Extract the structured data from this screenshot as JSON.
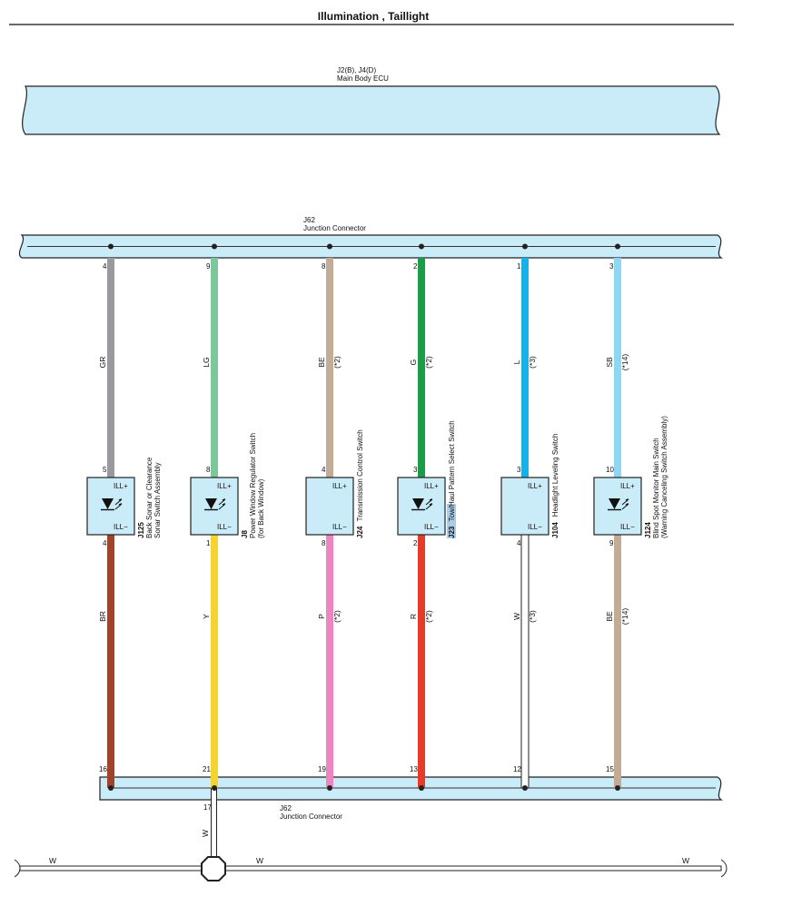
{
  "title": "Illumination , Taillight",
  "ecu": {
    "code": "J2(B), J4(D)",
    "name": "Main Body ECU"
  },
  "top_connector": {
    "code": "J62",
    "name": "Junction Connector"
  },
  "bottom_connector": {
    "code": "J62",
    "name": "Junction Connector"
  },
  "ground_wire": {
    "pin": "17",
    "color_code": "W",
    "left_label": "W",
    "mid_label": "W",
    "right_label": "W"
  },
  "ill_plus": "ILL+",
  "ill_minus": "ILL−",
  "circuits": [
    {
      "top_pin": "4",
      "upper_color": "GR",
      "upper_hex": "#9a9a9e",
      "upper_note": "",
      "sw_top_pin": "5",
      "sw_bot_pin": "4",
      "led": true,
      "code": "J125",
      "name_line1": "Back Sonar or Clearance",
      "name_line2": "Sonar Switch Assembly",
      "lower_color": "BR",
      "lower_hex": "#a0432a",
      "lower_note": "",
      "bottom_pin": "16"
    },
    {
      "top_pin": "9",
      "upper_color": "LG",
      "upper_hex": "#7cc89a",
      "upper_note": "",
      "sw_top_pin": "8",
      "sw_bot_pin": "1",
      "led": true,
      "code": "J8",
      "name_line1": "Power Window Regulator Switch",
      "name_line2": "(for Back Window)",
      "lower_color": "Y",
      "lower_hex": "#f5d431",
      "lower_note": "",
      "bottom_pin": "21"
    },
    {
      "top_pin": "8",
      "upper_color": "BE",
      "upper_hex": "#c3ab96",
      "upper_note": "(*2)",
      "sw_top_pin": "4",
      "sw_bot_pin": "8",
      "led": false,
      "code": "J24",
      "name_line1": "Transmission Control Switch",
      "name_line2": "",
      "lower_color": "P",
      "lower_hex": "#ef85c0",
      "lower_note": "(*2)",
      "bottom_pin": "19"
    },
    {
      "top_pin": "2",
      "upper_color": "G",
      "upper_hex": "#1a9c48",
      "upper_note": "(*2)",
      "sw_top_pin": "3",
      "sw_bot_pin": "2",
      "led": true,
      "code": "J23",
      "name_line1": "Tow/Haul Pattern Select Switch",
      "name_line2": "",
      "highlight": "Tow/Haul",
      "lower_color": "R",
      "lower_hex": "#e83a28",
      "lower_note": "(*2)",
      "bottom_pin": "13"
    },
    {
      "top_pin": "1",
      "upper_color": "L",
      "upper_hex": "#18b1e6",
      "upper_note": "(*3)",
      "sw_top_pin": "3",
      "sw_bot_pin": "4",
      "led": false,
      "code": "J104",
      "name_line1": "Headlight Leveling Switch",
      "name_line2": "",
      "lower_color": "W",
      "lower_hex": "#ffffff",
      "lower_note": "(*3)",
      "bottom_pin": "12"
    },
    {
      "top_pin": "3",
      "upper_color": "SB",
      "upper_hex": "#8dd6f4",
      "upper_note": "(*14)",
      "sw_top_pin": "10",
      "sw_bot_pin": "9",
      "led": true,
      "code": "J124",
      "name_line1": "Blind Spot Monitor Main Switch",
      "name_line2": "(Warning Canceling Switch Assembly)",
      "lower_color": "BE",
      "lower_hex": "#c3ab96",
      "lower_note": "(*14)",
      "bottom_pin": "15"
    }
  ]
}
